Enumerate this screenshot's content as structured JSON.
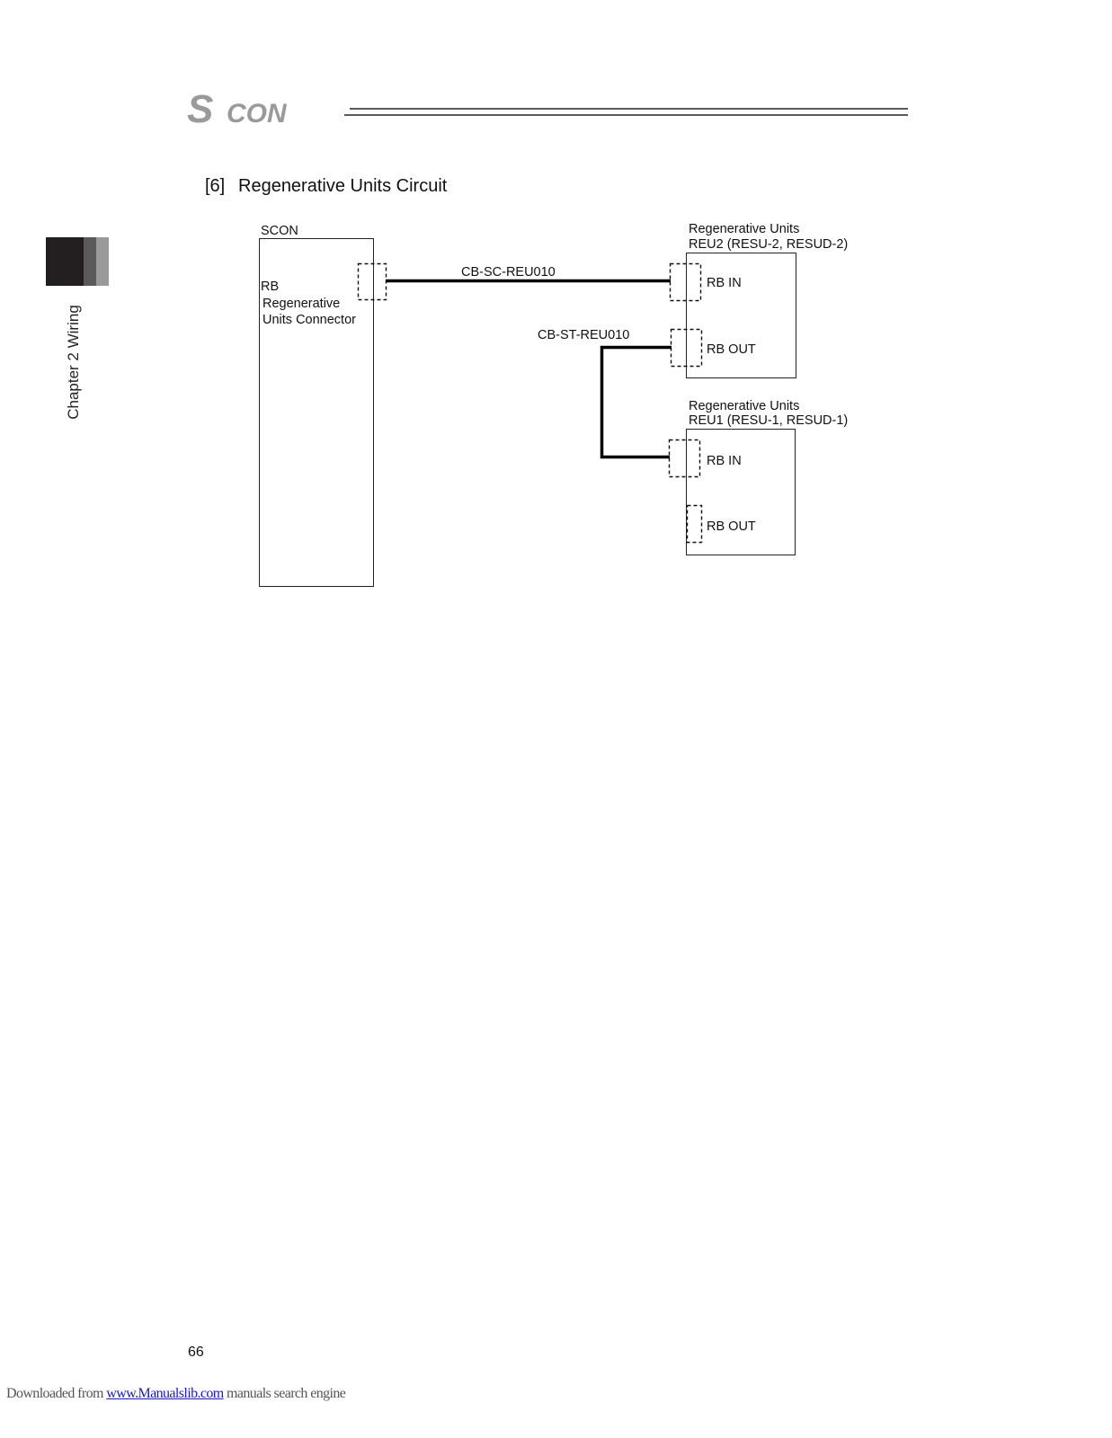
{
  "header": {
    "logo_text": "SCON",
    "logo_color": "#9a9a9a"
  },
  "sidebar": {
    "chapter_label": "Chapter 2 Wiring"
  },
  "section": {
    "number": "[6]",
    "title": "Regenerative Units Circuit"
  },
  "diagram": {
    "controller": {
      "name": "SCON",
      "connector_label": "RB",
      "connector_desc_line1": "Regenerative",
      "connector_desc_line2": "Units Connector"
    },
    "unit_reu2": {
      "title_line1": "Regenerative Units",
      "title_line2": "REU2 (RESU-2, RESUD-2)",
      "port_in": "RB IN",
      "port_out": "RB OUT"
    },
    "unit_reu1": {
      "title_line1": "Regenerative Units",
      "title_line2": "REU1 (RESU-1, RESUD-1)",
      "port_in": "RB IN",
      "port_out": "RB OUT"
    },
    "cable_main": "CB-SC-REU010",
    "cable_link": "CB-ST-REU010"
  },
  "page": {
    "number": "66"
  },
  "footer": {
    "prefix": "Downloaded from ",
    "link_text": "www.Manualslib.com",
    "suffix": " manuals search engine"
  }
}
